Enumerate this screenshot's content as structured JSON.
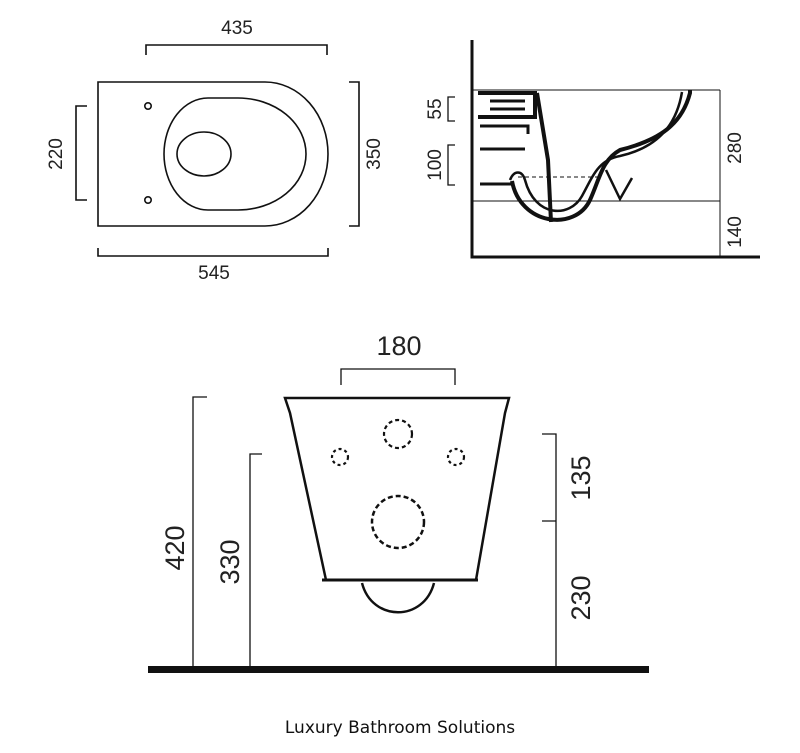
{
  "top_view": {
    "dims": {
      "width_back": "435",
      "length": "545",
      "fix_spacing": "220",
      "width": "350"
    }
  },
  "side_view": {
    "dims": {
      "upper_gap": "55",
      "outlet_gap": "100",
      "height": "280",
      "floor_clearance": "140"
    }
  },
  "front_view": {
    "dims": {
      "bolt_spacing": "180",
      "overall_height": "420",
      "rim_height": "330",
      "upper_height": "135",
      "lower_height": "230"
    }
  },
  "caption": "Luxury Bathroom Solutions",
  "colors": {
    "line": "#111111",
    "text": "#222222",
    "background": "#ffffff"
  }
}
